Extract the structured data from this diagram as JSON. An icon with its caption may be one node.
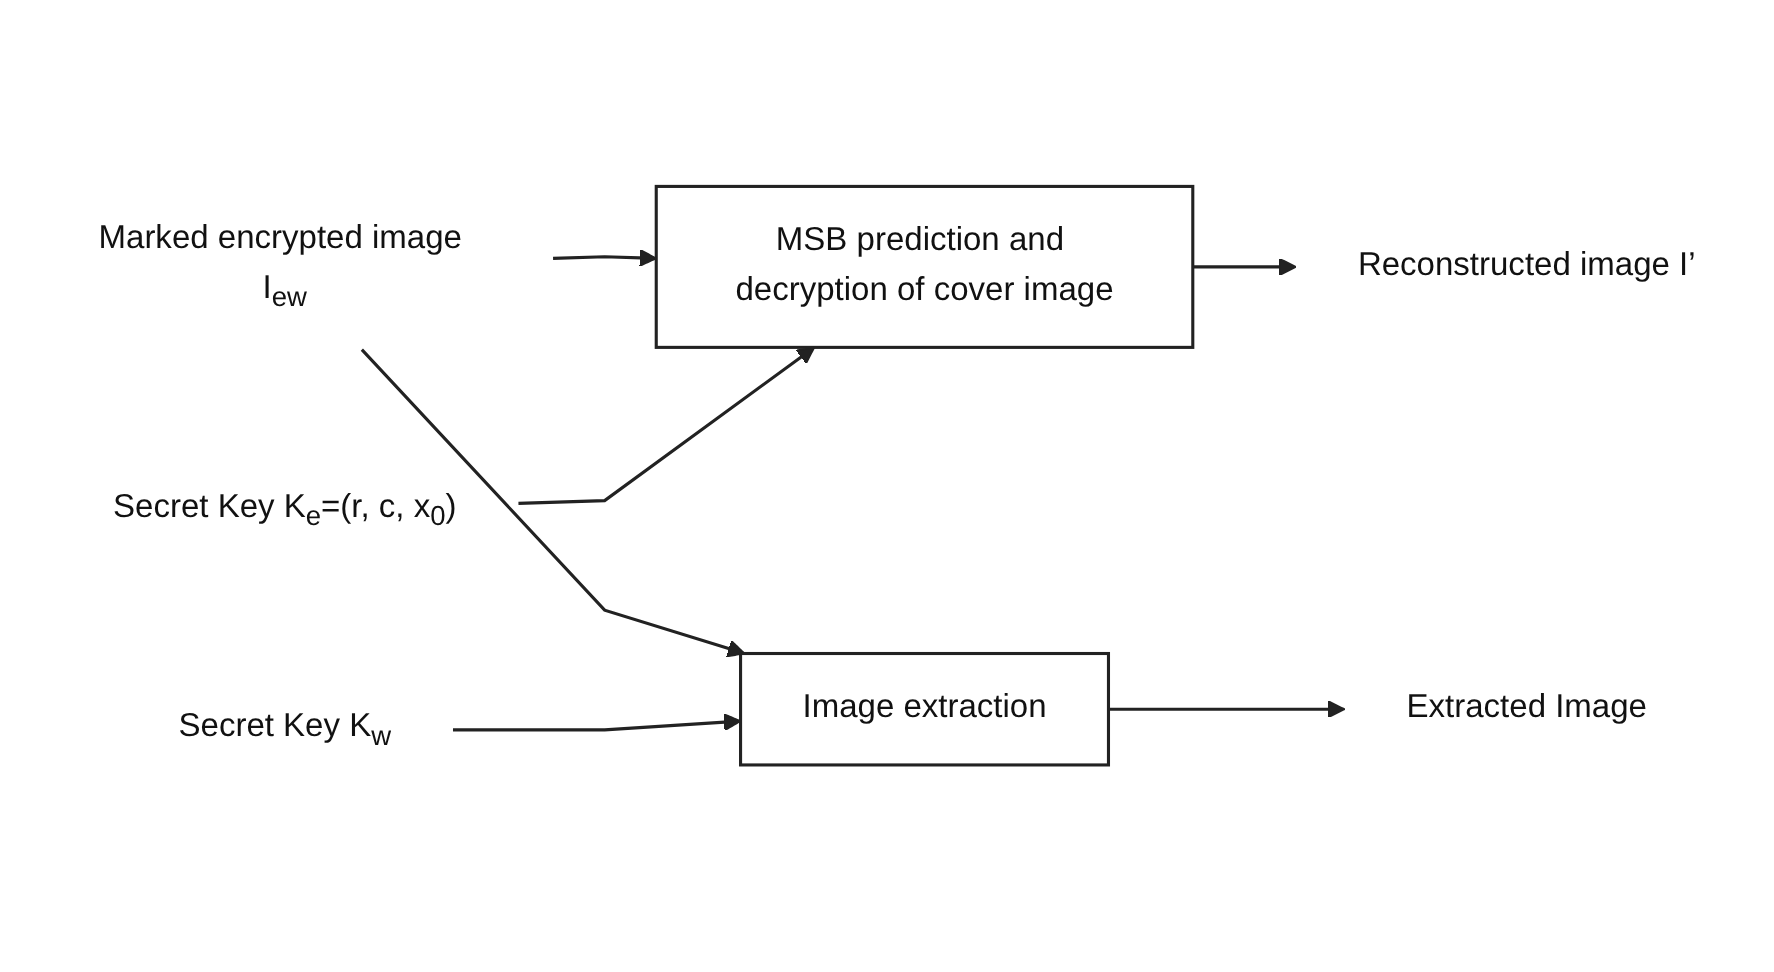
{
  "diagram": {
    "nodes": [
      {
        "text": [
          "Marked encrypted image I$_{ew}$"
        ]
      },
      {
        "text": [
          "MSB prediction and decryption of cover image"
        ]
      },
      {
        "text": [
          "Reconstructed image I’"
        ]
      },
      {
        "text": [
          "Secret Key K$_{e}$=(r, c, x$_{0}$)"
        ]
      },
      {
        "text": [
          "Image extraction"
        ]
      },
      {
        "text": [
          "Extracted Image"
        ]
      },
      {
        "text": [
          "Secret Key K$_{w}$"
        ]
      }
    ],
    "edges": [
      {
        "from": 0,
        "to": 1,
        "arrow": "to"
      },
      {
        "from": 0,
        "to": 4,
        "arrow": "to"
      },
      {
        "from": 1,
        "to": 2,
        "arrow": "to"
      },
      {
        "from": 3,
        "to": 1,
        "arrow": "to"
      },
      {
        "from": 4,
        "to": 5,
        "arrow": "to"
      },
      {
        "from": 6,
        "to": 4,
        "arrow": "to"
      }
    ]
  }
}
